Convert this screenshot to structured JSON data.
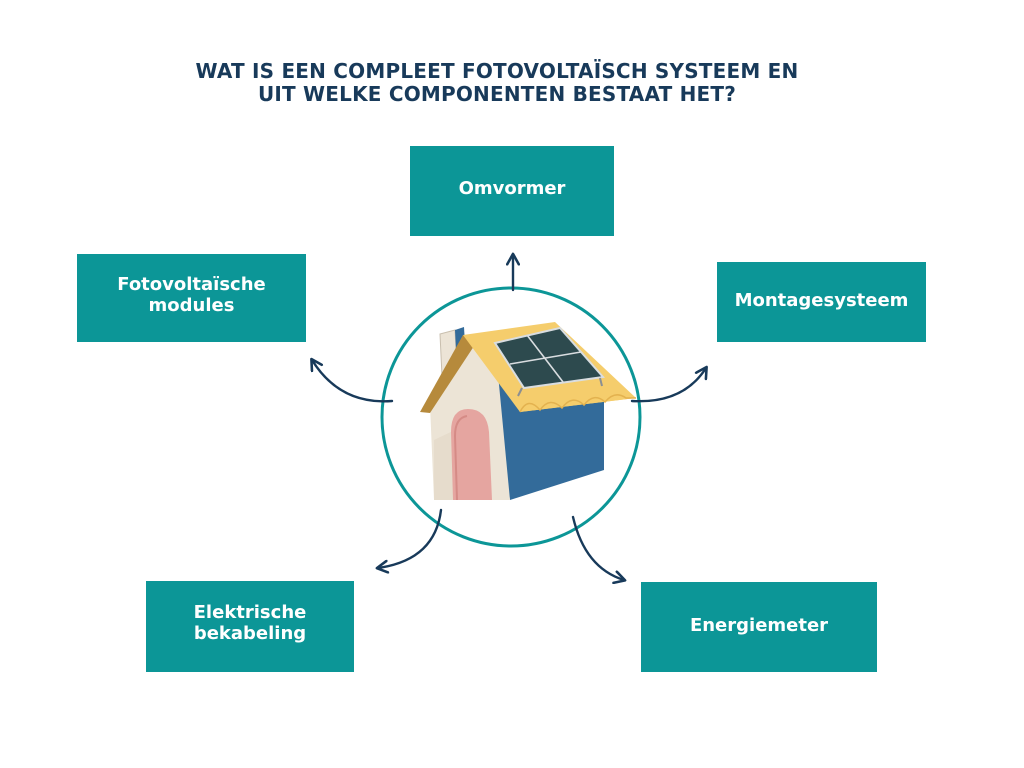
{
  "title": {
    "line1": "WAT IS EEN COMPLEET FOTOVOLTAÏSCH SYSTEEM EN",
    "line2": "UIT WELKE COMPONENTEN BESTAAT HET?"
  },
  "components": {
    "top": "Omvormer",
    "left_line1": "Fotovoltaïsche",
    "left_line2": "modules",
    "right": "Montagesysteem",
    "bottom_left_line1": "Elektrische",
    "bottom_left_line2": "bekabeling",
    "bottom_right": "Energiemeter"
  },
  "colors": {
    "title": "#183a5a",
    "box_fill": "#0c9697",
    "box_text": "#ffffff",
    "circle": "#0c9697",
    "arrows": "#183a5a",
    "roof": "#f5cd6c",
    "wall_front": "#ece4d6",
    "wall_side": "#336b9a",
    "door": "#e5a5a0",
    "solar_panel": "#2d4a4e"
  },
  "icons": {
    "center": "house-with-solar-panel-icon"
  }
}
